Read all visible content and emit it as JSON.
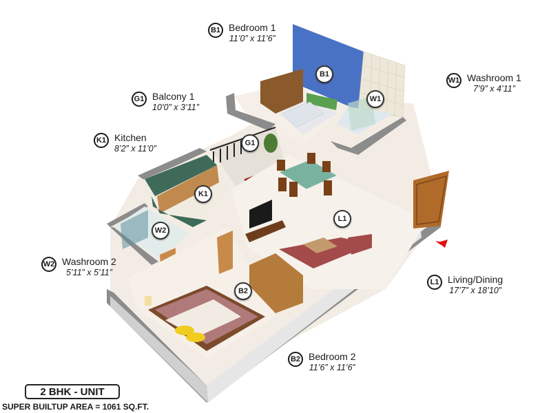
{
  "rooms": {
    "b1": {
      "badge": "B1",
      "name": "Bedroom 1",
      "dim": "11’0” x 11’6”"
    },
    "w1": {
      "badge": "W1",
      "name": "Washroom 1",
      "dim": "7’9” x 4’11”"
    },
    "g1": {
      "badge": "G1",
      "name": "Balcony 1",
      "dim": "10’0” x 3’11”"
    },
    "k1": {
      "badge": "K1",
      "name": "Kitchen",
      "dim": "8’2” x 11’0”"
    },
    "w2": {
      "badge": "W2",
      "name": "Washroom 2",
      "dim": "5’11” x 5’11”"
    },
    "l1": {
      "badge": "L1",
      "name": "Living/Dining",
      "dim": "17’7” x 18’10”"
    },
    "b2": {
      "badge": "B2",
      "name": "Bedroom 2",
      "dim": "11’6” x 11’6”"
    }
  },
  "unit_type": "2 BHK - UNIT",
  "super_builtup_area": "SUPER BUILTUP AREA = 1061 SQ.FT.",
  "colors": {
    "bedroom1_wall": "#4a72c4",
    "floor": "#f3ece4",
    "wall_gray": "#8c8c8c",
    "wood": "#a8662c",
    "entry_arrow": "#e01010"
  },
  "icons": {
    "entry": "entry-arrow-icon"
  }
}
